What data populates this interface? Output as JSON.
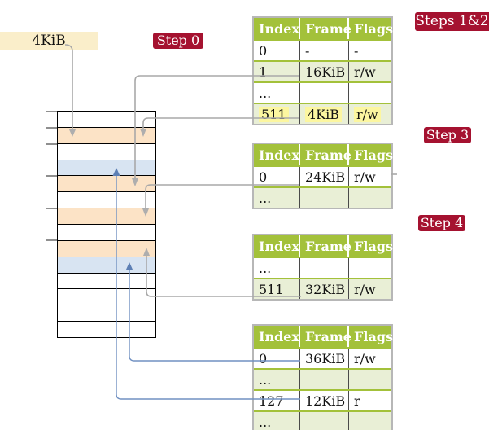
{
  "labels": {
    "page_size_box": "4KiB",
    "step0_badge": "Step 0",
    "steps12_badge": "Steps 1&2",
    "step3_badge": "Step 3",
    "step4_badge": "Step 4"
  },
  "table_headers": [
    "Index",
    "Frame",
    "Flags"
  ],
  "tables": [
    {
      "name": "page-table-steps-1-2",
      "rows": [
        {
          "index": "0",
          "frame": "-",
          "flags": "-"
        },
        {
          "index": "1",
          "frame": "16KiB",
          "flags": "r/w"
        },
        {
          "index": "...",
          "frame": "",
          "flags": ""
        },
        {
          "index": "511",
          "frame": "4KiB",
          "flags": "r/w",
          "highlighted": true
        }
      ]
    },
    {
      "name": "page-table-step-3",
      "rows": [
        {
          "index": "0",
          "frame": "24KiB",
          "flags": "r/w"
        },
        {
          "index": "...",
          "frame": "",
          "flags": ""
        }
      ]
    },
    {
      "name": "page-table-step-4",
      "rows": [
        {
          "index": "...",
          "frame": "",
          "flags": ""
        },
        {
          "index": "511",
          "frame": "32KiB",
          "flags": "r/w"
        }
      ]
    },
    {
      "name": "page-table-final",
      "rows": [
        {
          "index": "0",
          "frame": "36KiB",
          "flags": "r/w"
        },
        {
          "index": "...",
          "frame": "",
          "flags": ""
        },
        {
          "index": "127",
          "frame": "12KiB",
          "flags": "r"
        },
        {
          "index": "...",
          "frame": "",
          "flags": ""
        }
      ]
    }
  ],
  "memory_column": {
    "rows": [
      {
        "kind": "frame"
      },
      {
        "kind": "page-table"
      },
      {
        "kind": "frame"
      },
      {
        "kind": "mapped-page"
      },
      {
        "kind": "page-table"
      },
      {
        "kind": "frame"
      },
      {
        "kind": "page-table"
      },
      {
        "kind": "frame"
      },
      {
        "kind": "page-table"
      },
      {
        "kind": "mapped-page"
      },
      {
        "kind": "frame"
      },
      {
        "kind": "frame"
      },
      {
        "kind": "frame"
      },
      {
        "kind": "frame"
      }
    ]
  },
  "colors": {
    "badge_red": "#a51230",
    "table_header_green": "#a3c13a",
    "table_row_tint_green": "#e9efd6",
    "highlight_yellow": "#fcf6a0",
    "page_table_orange": "#fce3c6",
    "mapped_page_blue": "#d8e4f2",
    "page_size_box_cream": "#faeeca",
    "connector_gray": "#a9a9a9",
    "connector_blue": "#7191c2"
  }
}
